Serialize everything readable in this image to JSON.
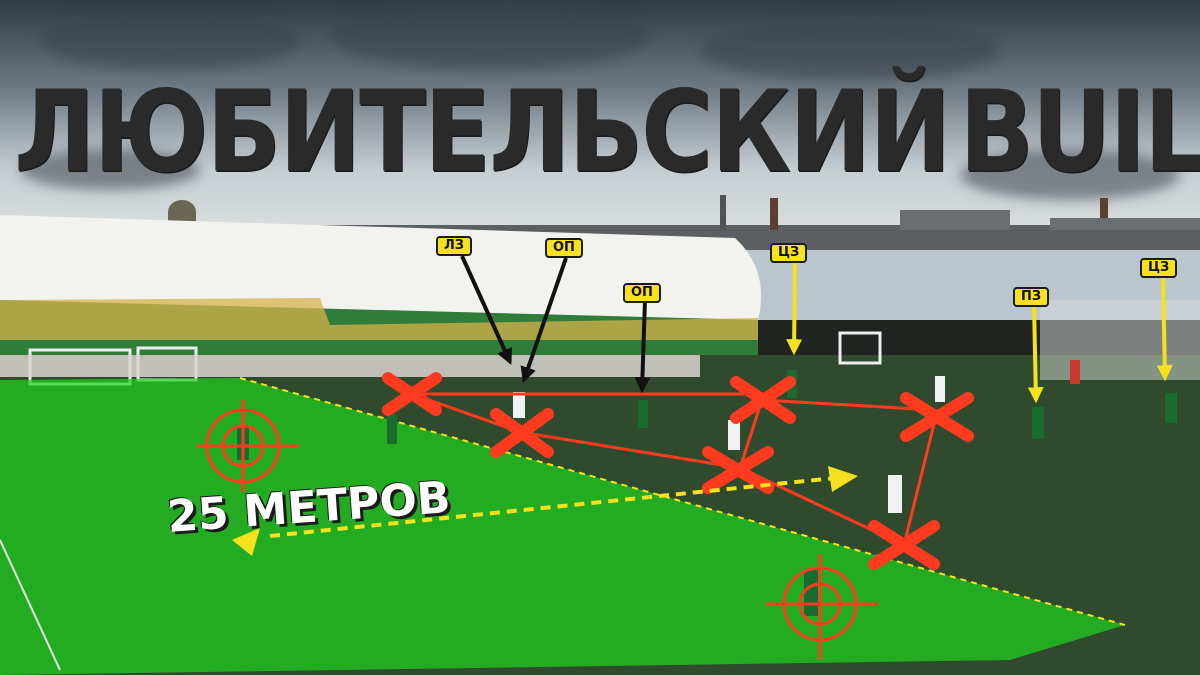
{
  "title": {
    "part1": "ЛЮБИТЕЛЬСКИЙ",
    "part2": "BUILD UP"
  },
  "distance_label": "25 МЕТРОВ",
  "position_tags": {
    "lz": "ЛЗ",
    "op_left": "ОП",
    "op_mid": "ОП",
    "cz_mid": "ЦЗ",
    "pz": "ПЗ",
    "cz_right": "ЦЗ"
  },
  "colors": {
    "tag_fill": "#f6e11e",
    "cross": "#ff3b1f",
    "zone_fill": "#1fd31f",
    "target": "#ff3b1f",
    "arrow_dashed": "#f6e11e"
  },
  "icons": [
    "cross-mark-icon",
    "target-crosshair-icon",
    "arrow-icon"
  ]
}
